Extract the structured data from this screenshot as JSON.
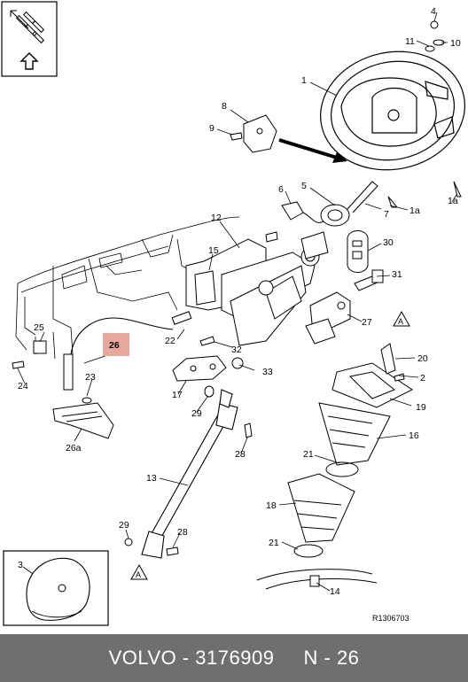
{
  "diagram": {
    "callouts": {
      "c1": "1",
      "c1a_a": "1a",
      "c1a_b": "1a",
      "c2": "2",
      "c3": "3",
      "c4": "4",
      "c5": "5",
      "c6": "6",
      "c7": "7",
      "c8": "8",
      "c9": "9",
      "c10": "10",
      "c11": "11",
      "c12": "12",
      "c13": "13",
      "c14": "14",
      "c15": "15",
      "c16": "16",
      "c17": "17",
      "c18": "18",
      "c19": "19",
      "c20": "20",
      "c21a": "21",
      "c21b": "21",
      "c22": "22",
      "c23": "23",
      "c24": "24",
      "c25": "25",
      "c26": "26",
      "c26a": "26a",
      "c27": "27",
      "c28a": "28",
      "c28b": "28",
      "c29a": "29",
      "c29b": "29",
      "c30": "30",
      "c31": "31",
      "c32": "32",
      "c33": "33",
      "markerA1": "A",
      "markerA2": "A"
    },
    "highlight_callout": "26",
    "highlight_color": "#e6a79c",
    "drawing_ref": "R1306703"
  },
  "footer": {
    "text": "VOLVO - 3176909     N - 26",
    "background": "#6f6f6f"
  }
}
